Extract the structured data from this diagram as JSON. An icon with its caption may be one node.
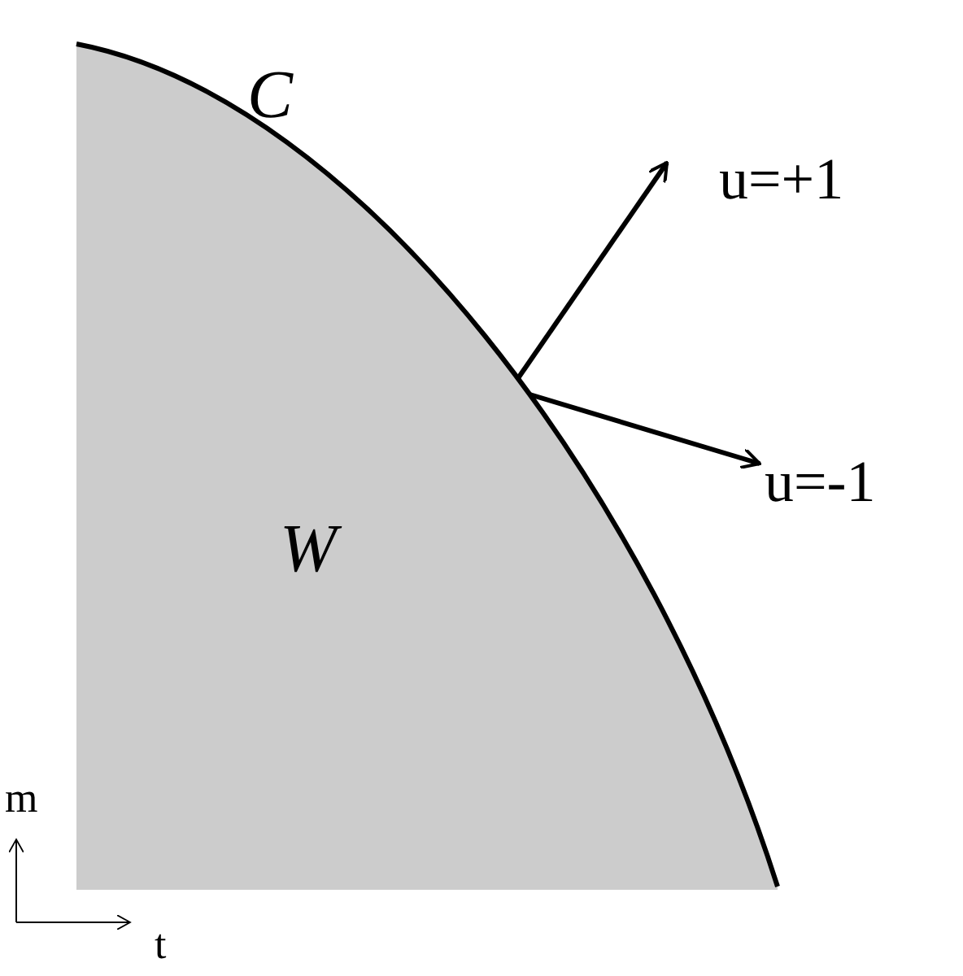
{
  "diagram": {
    "nodes": [
      {
        "text": [
          "W"
        ]
      },
      {
        "text": [
          "u=+1"
        ]
      },
      {
        "text": [
          "u=-1"
        ]
      }
    ],
    "edges": [
      {
        "from": 0,
        "to": 1,
        "arrow": "to"
      },
      {
        "from": 0,
        "to": 2,
        "arrow": "to"
      }
    ],
    "labels": [
      "C",
      "m",
      "t"
    ]
  }
}
